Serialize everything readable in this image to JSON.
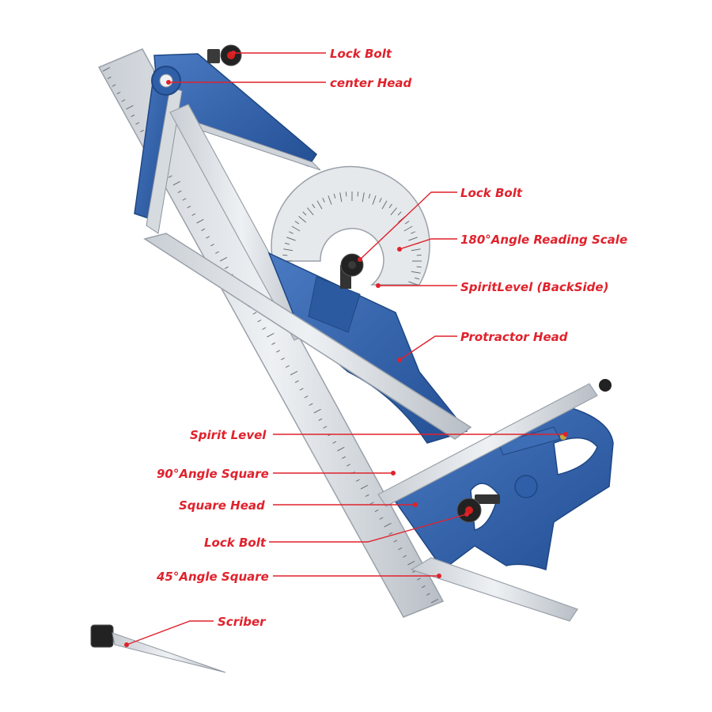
{
  "labels": {
    "lock_bolt_center": "Lock Bolt",
    "center_head": "center Head",
    "lock_bolt_protractor": "Lock Bolt",
    "angle_scale": "180°Angle Reading Scale",
    "spirit_level_back": "SpiritLevel (BackSide)",
    "protractor_head": "Protractor Head",
    "spirit_level": "Spirit Level",
    "angle_square_90": "90°Angle Square",
    "square_head": "Square Head",
    "lock_bolt_square": "Lock Bolt",
    "angle_square_45": "45°Angle Square",
    "scriber": "Scriber"
  },
  "colors": {
    "label": "#e0222c",
    "head_blue": "#2f5fa8",
    "head_blue_dark": "#1f4784",
    "steel": "#dfe3e8",
    "steel_dark": "#a9b0b8",
    "bolt": "#2a2a2a"
  }
}
